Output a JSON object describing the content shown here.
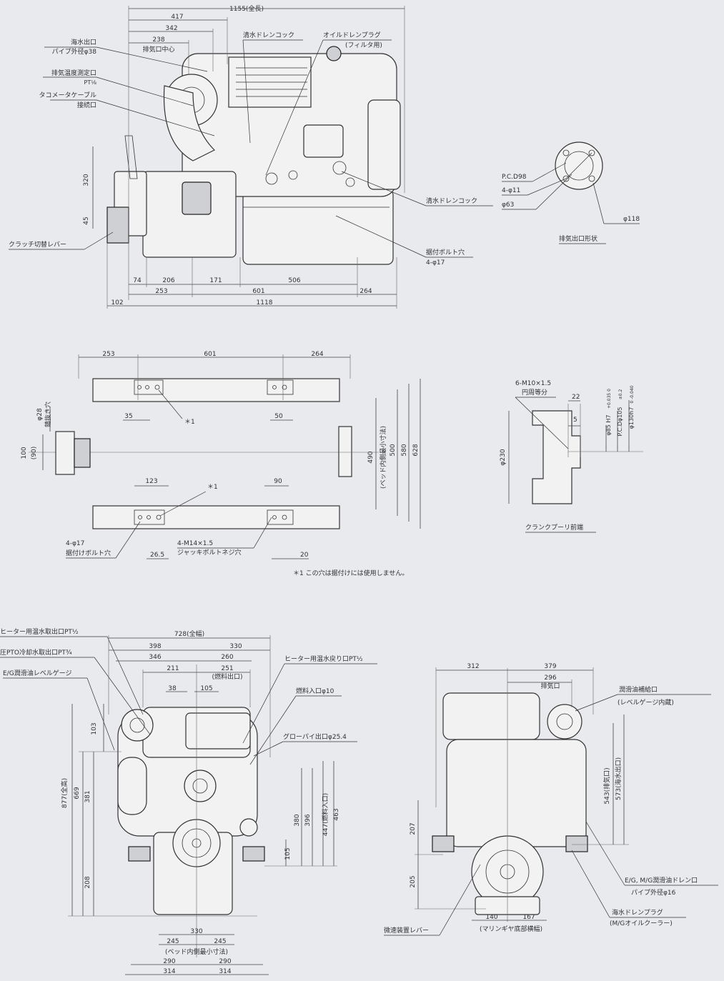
{
  "top_view": {
    "overall": "1155(全長)",
    "d417": "417",
    "d342": "342",
    "d238": "238",
    "exhaust_center": "排気口中心",
    "sea_out_1": "海水出口",
    "sea_out_2": "パイプ外径φ38",
    "exh_temp_1": "排気温度測定口",
    "exh_temp_2": "PT¹⁄₈",
    "tacho_1": "タコメータケーブル",
    "tacho_2": "接続口",
    "fw_cock_top": "清水ドレンコック",
    "oil_plug_1": "オイルドレンプラグ",
    "oil_plug_2": "(フィルタ用)",
    "fw_cock_right": "清水ドレンコック",
    "clutch": "クラッチ切替レバー",
    "mount_1": "据付ボルト穴",
    "mount_2": "4-φ17",
    "d320": "320",
    "d45": "45",
    "bottom": [
      "74",
      "206",
      "171",
      "506"
    ],
    "bottom2": [
      "253",
      "601",
      "264"
    ],
    "d102": "102",
    "d1118": "1118"
  },
  "flange": {
    "pcd": "P.C.D98",
    "holes": "4-φ11",
    "inner": "φ63",
    "outer": "φ118",
    "title": "排気出口形状"
  },
  "plan_view": {
    "top_dims": [
      "253",
      "601",
      "264"
    ],
    "d35": "35",
    "d50": "50",
    "star1a": "＊1",
    "star1b": "＊1",
    "d123": "123",
    "d90": "90",
    "d28": "φ28",
    "drill": "錆抜き穴",
    "d100": "100",
    "d90p": "(90)",
    "d490": "490",
    "bed_note": "(ベッド内側最小寸法)",
    "d500": "500",
    "d580": "580",
    "d628": "628",
    "hole_1": "4-φ17",
    "hole_2": "据付けボルト穴",
    "d26": "26.5",
    "jack_1": "4-M14×1.5",
    "jack_2": "ジャッキボルトネジ穴",
    "d20": "20",
    "footnote": "＊1 この穴は据付けには使用しません。"
  },
  "pulley": {
    "thread_1": "6-M10×1.5",
    "thread_2": "円周等分",
    "d22": "22",
    "d5": "5",
    "h7": "φ85 H7",
    "h7tol": "+0.035 0",
    "pcd": "P.C.Dφ105",
    "pcdtol": "±0.2",
    "h7b": "φ130h7",
    "h7btol": "0 -0.040",
    "d230": "φ230",
    "title": "クランクプーリ前端"
  },
  "front_view": {
    "heater_out": "ヒーター用温水取出口PT½",
    "pto": "圧PTO冷却水取出口PT¾",
    "gauge": "E/G潤滑油レベルゲージ",
    "width": "728(全幅)",
    "d398": "398",
    "d330": "330",
    "d346": "346",
    "d260": "260",
    "d211": "211",
    "d251": "251",
    "fuel_out": "(燃料出口)",
    "d38": "38",
    "d105": "105",
    "heater_back": "ヒーター用温水戻り口PT½",
    "fuel_in": "燃料入口φ10",
    "glow": "グローパイ出口φ25.4",
    "d103": "103",
    "d877": "877(全高)",
    "d669": "669",
    "d381": "381",
    "d208": "208",
    "d105b": "105",
    "d380": "380",
    "d396": "396",
    "d447": "447(燃料入口)",
    "d463": "463",
    "d330b": "330",
    "d245a": "245",
    "d245b": "245",
    "bed": "(ベッド内側最小寸法)",
    "d290a": "290",
    "d290b": "290",
    "d314a": "314",
    "d314b": "314"
  },
  "rear_view": {
    "d312": "312",
    "d379": "379",
    "d296": "296",
    "exh": "排気口",
    "oil_fill_1": "潤滑油補給口",
    "oil_fill_2": "(レベルゲージ内蔵)",
    "d543": "543(排気口)",
    "d573": "573(海水出口)",
    "d207": "207",
    "d205": "205",
    "drain_1": "E/G, M/G潤滑油ドレン口",
    "drain_2": "パイプ外径φ16",
    "sea_plug_1": "海水ドレンプラグ",
    "sea_plug_2": "(M/Gオイルクーラー)",
    "slow": "微速装置レバー",
    "d140": "140",
    "d167": "167",
    "marine": "(マリンギヤ底部横幅)"
  }
}
